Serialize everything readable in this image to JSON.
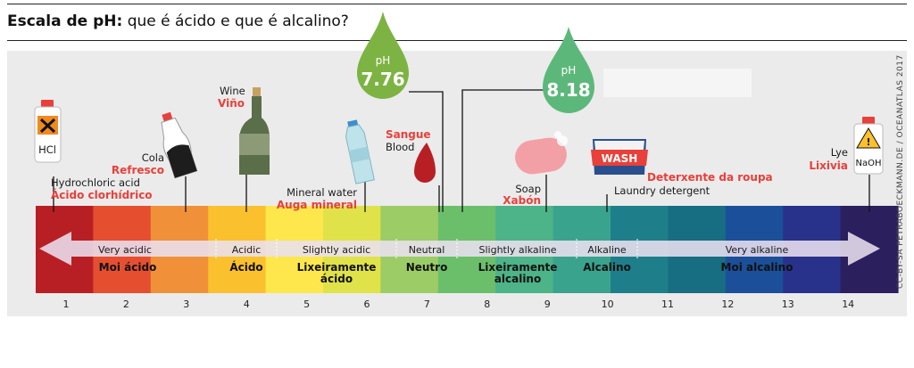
{
  "title": {
    "bold": "Escala de pH:",
    "rest": " que é ácido e que é alcalino?"
  },
  "colors": [
    "#b81f24",
    "#e54f2f",
    "#f0913a",
    "#fbc02d",
    "#fde74c",
    "#e0e24a",
    "#9ccc65",
    "#6bbf6b",
    "#4db388",
    "#3aa38e",
    "#1e7f8a",
    "#176d82",
    "#1b4f9a",
    "#29328a",
    "#2c1f5e"
  ],
  "scale_numbers": [
    "1",
    "2",
    "3",
    "4",
    "5",
    "6",
    "7",
    "8",
    "9",
    "10",
    "11",
    "12",
    "13",
    "14"
  ],
  "zones": [
    {
      "en": "Very acidic",
      "gl": "Moi ácido"
    },
    {
      "en": "Acidic",
      "gl": "Ácido"
    },
    {
      "en": "Slightly acidic",
      "gl": "Lixeiramente",
      "gl2": "ácido"
    },
    {
      "en": "Neutral",
      "gl": "Neutro"
    },
    {
      "en": "Slightly alkaline",
      "gl": "Lixeiramente",
      "gl2": "alcalino"
    },
    {
      "en": "Alkaline",
      "gl": "Alcalino"
    },
    {
      "en": "Very alkaline",
      "gl": "Moi alcalino"
    }
  ],
  "items": {
    "hcl": {
      "en": "Hydrochloric acid",
      "gl": "Ácido clorhídrico",
      "label": "HCl"
    },
    "cola": {
      "en": "Cola",
      "gl": "Refresco"
    },
    "wine": {
      "en": "Wine",
      "gl": "Viño"
    },
    "water": {
      "en": "Mineral water",
      "gl": "Auga mineral"
    },
    "blood": {
      "en": "Blood",
      "gl": "Sangue"
    },
    "soap": {
      "en": "Soap",
      "gl": "Xabón"
    },
    "detergent": {
      "en": "Laundry detergent",
      "gl": "Deterxente da roupa",
      "box_label": "WASH"
    },
    "lye": {
      "en": "Lye",
      "gl": "Lixivia",
      "label": "NaOH"
    }
  },
  "drops": [
    {
      "unit": "pH",
      "value": "7.76",
      "color": "#7cb342"
    },
    {
      "unit": "pH",
      "value": "8.18",
      "color": "#5cb87a"
    }
  ],
  "credit": "CC-BY-SA PETRABOECKMANN.DE / OCEANATLAS 2017"
}
